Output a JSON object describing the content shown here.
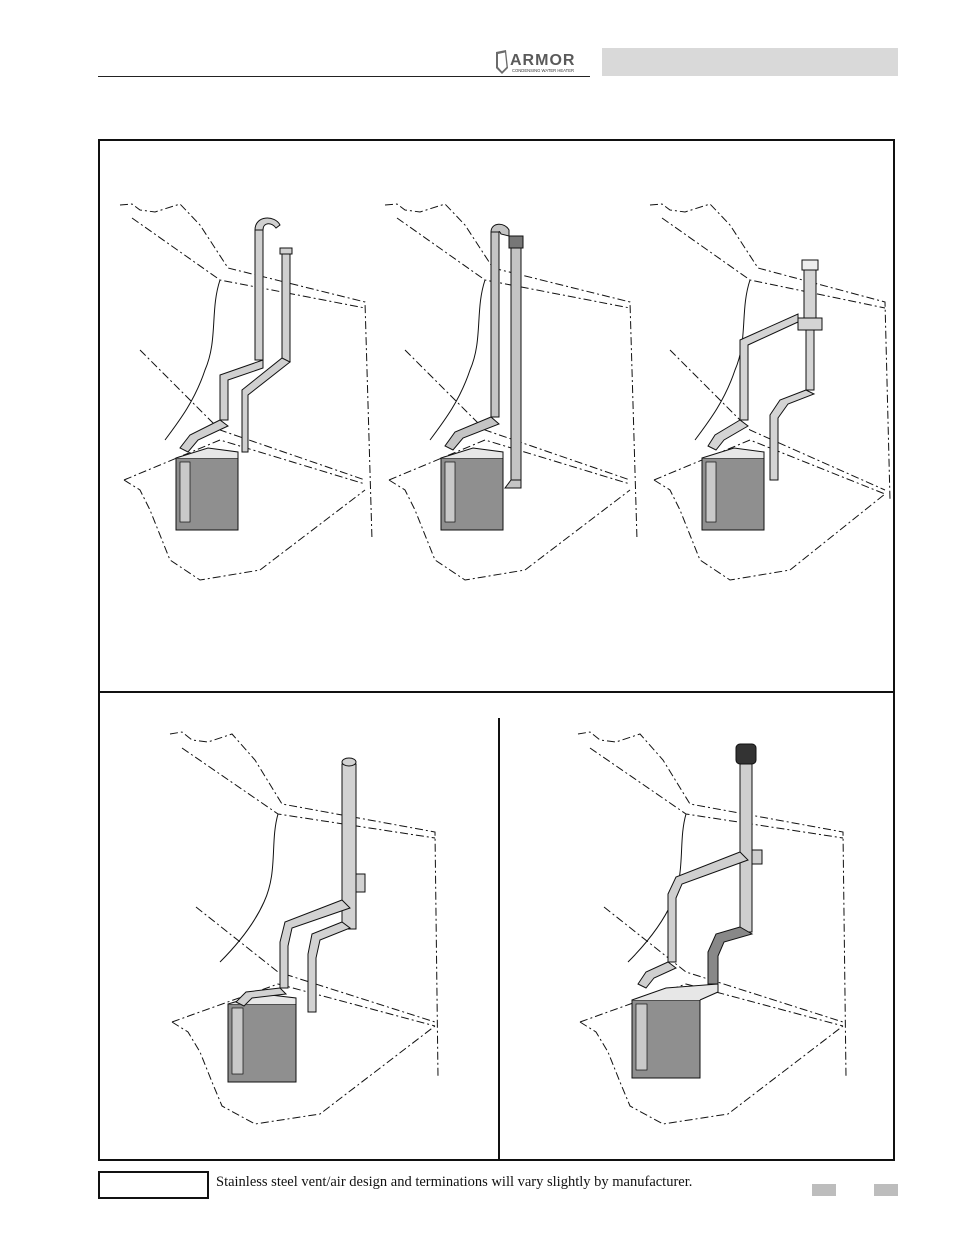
{
  "header": {
    "logo_text": "ARMOR",
    "logo_tagline": "CONDENSING WATER HEATER"
  },
  "figures": [
    {
      "name": "figure-top-left",
      "type": "two-pipe-vertical-vent-air"
    },
    {
      "name": "figure-top-middle",
      "type": "concentric-vertical"
    },
    {
      "name": "figure-top-right",
      "type": "vent-air-tee-vertical"
    },
    {
      "name": "figure-bottom-left",
      "type": "vertical-vent-sidewall-air"
    },
    {
      "name": "figure-bottom-right",
      "type": "vertical-vent-with-sidewall-air"
    }
  ],
  "note": {
    "text": "Stainless steel vent/air design and terminations will vary slightly by manufacturer."
  }
}
